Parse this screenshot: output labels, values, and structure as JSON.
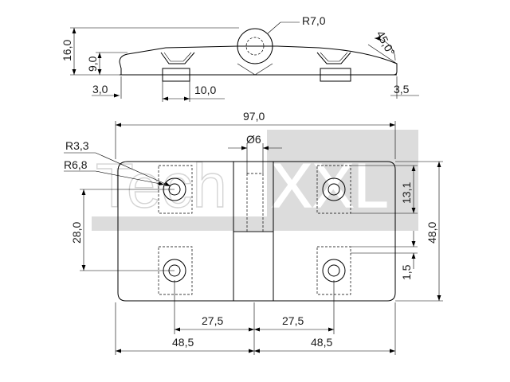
{
  "watermark": {
    "brand_left": "Tech",
    "brand_right": "XXL"
  },
  "dimensions": {
    "top_r": "R7,0",
    "top_angle": "45,0°",
    "top_height_total": "16,0",
    "top_height_plate": "9,0",
    "top_left_offset": "3,0",
    "top_counterbore": "10,0",
    "top_right_step": "3,5",
    "overall_width": "97,0",
    "pin_diameter": "Ø6",
    "hole_radius": "R3,3",
    "counterbore_radius": "R6,8",
    "hole_spacing_vertical": "28,0",
    "recess_height": "13,1",
    "overall_height": "48,0",
    "recess_gap": "1,5",
    "half_spacing_left": "27,5",
    "half_spacing_right": "27,5",
    "half_width_left": "48,5",
    "half_width_right": "48,5"
  }
}
